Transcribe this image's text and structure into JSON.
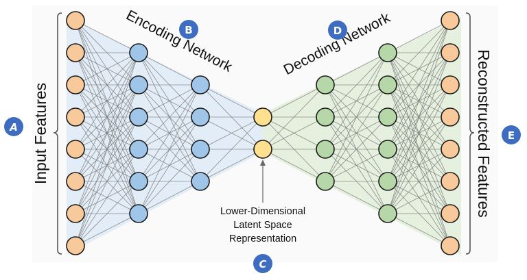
{
  "title": "Autoencoder architecture diagram",
  "labels": {
    "input": "Input Features",
    "encoding": "Encoding Network",
    "decoding": "Decoding Network",
    "output": "Reconstructed Features",
    "latent_line1": "Lower-Dimensional",
    "latent_line2": "Latent Space",
    "latent_line3": "Representation"
  },
  "badges": {
    "A": "A",
    "B": "B",
    "C": "C",
    "D": "D",
    "E": "E"
  },
  "colors": {
    "input_node": "#f8c99a",
    "encoder_node": "#9fc5e8",
    "latent_node": "#ffe08f",
    "decoder_node": "#b6d7a8",
    "output_node": "#f8c99a",
    "encoder_region": "#e3edf7",
    "decoder_region": "#e6f0df",
    "panel": "#fafafa",
    "edge": "#7a7a7a",
    "badge": "#3d6cc0"
  },
  "layers": [
    {
      "name": "input",
      "role": "input",
      "size": 8
    },
    {
      "name": "encoder-hidden-1",
      "role": "encoder",
      "size": 6
    },
    {
      "name": "encoder-hidden-2",
      "role": "encoder",
      "size": 4
    },
    {
      "name": "latent",
      "role": "latent",
      "size": 2
    },
    {
      "name": "decoder-hidden-1",
      "role": "decoder",
      "size": 4
    },
    {
      "name": "decoder-hidden-2",
      "role": "decoder",
      "size": 6
    },
    {
      "name": "output",
      "role": "output",
      "size": 8
    }
  ]
}
